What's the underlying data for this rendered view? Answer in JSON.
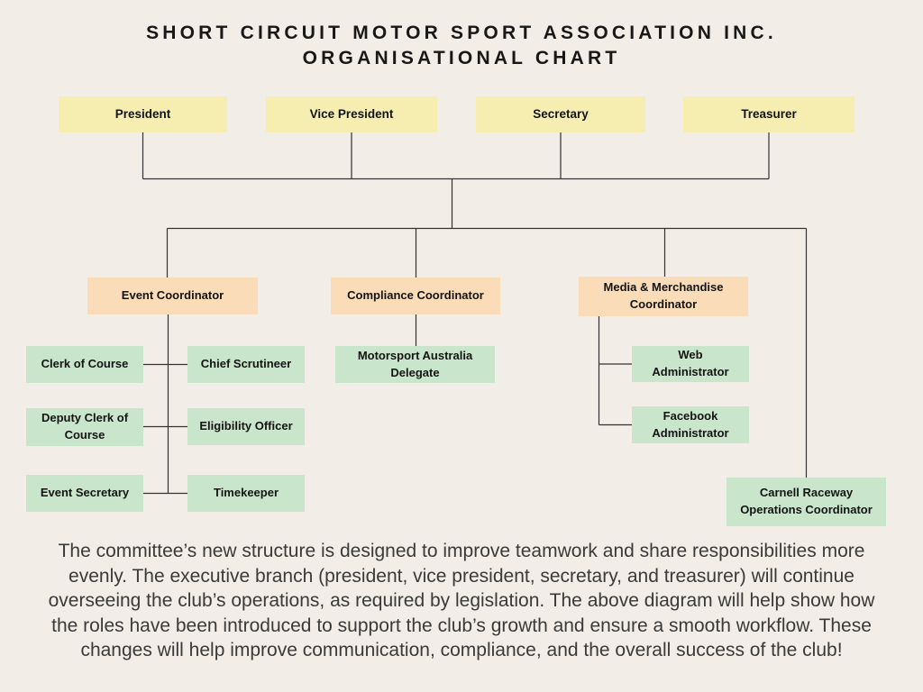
{
  "title": {
    "line1": "SHORT CIRCUIT MOTOR SPORT ASSOCIATION INC.",
    "line2": "ORGANISATIONAL CHART"
  },
  "nodes": {
    "president": "President",
    "vice_president": "Vice President",
    "secretary": "Secretary",
    "treasurer": "Treasurer",
    "event_coordinator": "Event Coordinator",
    "compliance_coordinator": "Compliance Coordinator",
    "media_merch_coordinator": "Media & Merchandise Coordinator",
    "clerk_of_course": "Clerk of Course",
    "chief_scrutineer": "Chief Scrutineer",
    "deputy_clerk_of_course": "Deputy Clerk of Course",
    "eligibility_officer": "Eligibility Officer",
    "event_secretary": "Event Secretary",
    "timekeeper": "Timekeeper",
    "motorsport_australia_delegate": "Motorsport Australia Delegate",
    "web_administrator": "Web Administrator",
    "facebook_administrator": "Facebook Administrator",
    "carnell_raceway_operations_coordinator": "Carnell Raceway Operations Coordinator"
  },
  "hierarchy": {
    "executive": [
      "President",
      "Vice President",
      "Secretary",
      "Treasurer"
    ],
    "coordinators": {
      "Event Coordinator": [
        "Clerk of Course",
        "Chief Scrutineer",
        "Deputy Clerk of Course",
        "Eligibility Officer",
        "Event Secretary",
        "Timekeeper"
      ],
      "Compliance Coordinator": [
        "Motorsport Australia Delegate"
      ],
      "Media & Merchandise Coordinator": [
        "Web Administrator",
        "Facebook Administrator"
      ],
      "Carnell Raceway Operations Coordinator": []
    }
  },
  "description": {
    "lines": [
      "The committee’s new structure is designed to improve teamwork and share responsibilities more",
      "evenly. The executive branch (president, vice president, secretary, and treasurer) will continue",
      "overseeing the club’s operations, as required by legislation. The above diagram will help show how",
      "the roles have been introduced to support the club’s growth and ensure a smooth workflow. These",
      "changes will help improve communication, compliance, and the overall success of the club!"
    ]
  },
  "colors": {
    "background": "#f2ede6",
    "executive": "#f6edb0",
    "coordinator": "#fbdcb8",
    "role": "#c9e5cb",
    "line": "#333333"
  }
}
